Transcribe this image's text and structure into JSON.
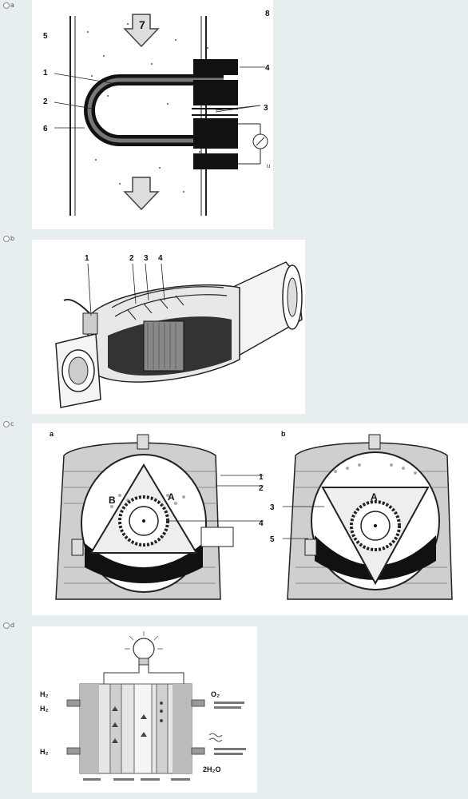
{
  "options": [
    {
      "marker": "a"
    },
    {
      "marker": "b"
    },
    {
      "marker": "c"
    },
    {
      "marker": "d"
    }
  ],
  "option_a": {
    "labels": [
      "7",
      "8",
      "5",
      "4",
      "1",
      "2",
      "3",
      "6",
      "U"
    ]
  },
  "option_b": {
    "labels": [
      "1",
      "2",
      "3",
      "4"
    ]
  },
  "option_c": {
    "left_tag": "a",
    "right_tag": "b",
    "left_labels": [
      "B",
      "A",
      "1",
      "2",
      "4"
    ],
    "right_labels": [
      "A",
      "3",
      "5"
    ]
  },
  "option_d": {
    "h2_top": "H₂",
    "h2_mid": "H₂",
    "h2_bottom": "H₂",
    "o2_out": "O₂",
    "h2o_out": "2H₂O"
  }
}
